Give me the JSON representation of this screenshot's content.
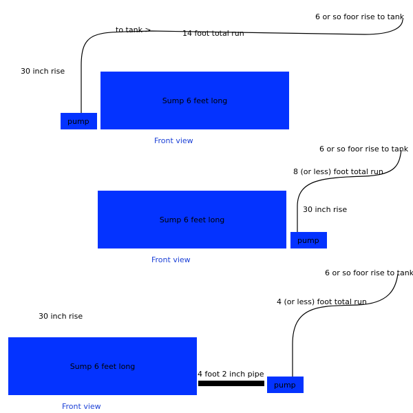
{
  "diagrams": [
    {
      "top_label": "6 or so foor rise to tank",
      "run_label": "14 foot total run",
      "to_tank_label": "to tank >",
      "rise_label": "30 inch rise",
      "sump_label": "Sump 6 feet long",
      "pump_label": "pump",
      "view_label": "Front view"
    },
    {
      "top_label": "6 or so foor rise to tank",
      "run_label": "8 (or less) foot total run",
      "rise_label": "30 inch rise",
      "sump_label": "Sump 6 feet long",
      "pump_label": "pump",
      "view_label": "Front view"
    },
    {
      "top_label": "6 or so foor rise to tank",
      "run_label": "4 (or less) foot total run",
      "rise_label": "30 inch rise",
      "sump_label": "Sump 6 feet long",
      "pump_label": "pump",
      "pipe_label": "4 foot 2 inch pipe",
      "view_label": "Front view"
    }
  ],
  "colors": {
    "sump": "#0433ff",
    "pipe": "#000000",
    "view_label": "#1a3fd6"
  }
}
